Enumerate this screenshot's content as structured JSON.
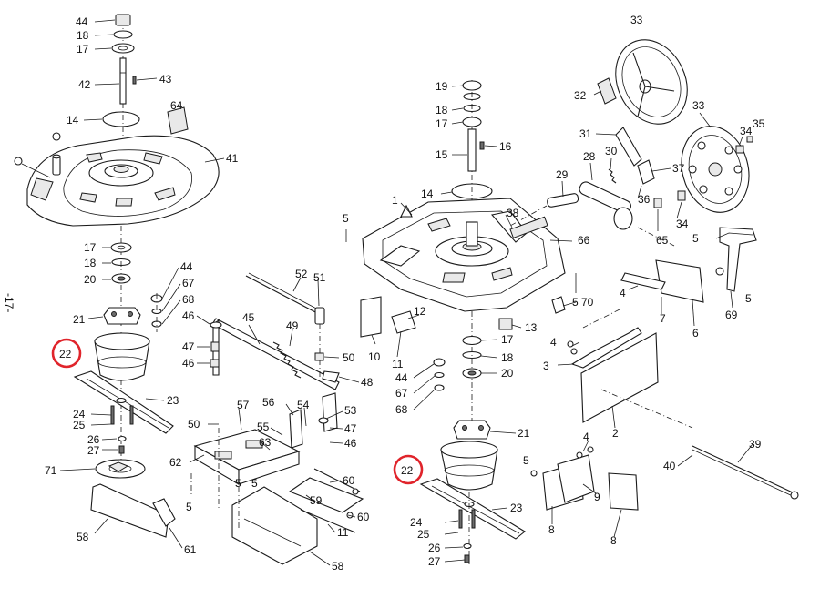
{
  "diagram": {
    "page_number": "-17-",
    "highlight_color": "#e0242b",
    "callout_numbers": {
      "44a": "44",
      "18a": "18",
      "17a": "17",
      "42": "42",
      "43": "43",
      "14a": "14",
      "64": "64",
      "41": "41",
      "17b": "17",
      "18b": "18",
      "20a": "20",
      "44b": "44",
      "67a": "67",
      "68a": "68",
      "21a": "21",
      "22a": "22",
      "23a": "23",
      "24a": "24",
      "25a": "25",
      "26a": "26",
      "27a": "27",
      "71": "71",
      "58a": "58",
      "61": "61",
      "46a": "46",
      "47a": "47",
      "46b": "46",
      "45": "45",
      "52": "52",
      "51": "51",
      "49": "49",
      "50a": "50",
      "48": "48",
      "56": "56",
      "54": "54",
      "53": "53",
      "47b": "47",
      "46c": "46",
      "57": "57",
      "50b": "50",
      "55": "55",
      "63": "63",
      "62": "62",
      "5a": "5",
      "5b": "5",
      "5c": "5",
      "60a": "60",
      "59": "59",
      "60b": "60",
      "11a": "11",
      "58b": "58",
      "19": "19",
      "18c": "18",
      "17c": "17",
      "15": "15",
      "16": "16",
      "14b": "14",
      "1": "1",
      "38": "38",
      "5d": "5",
      "12": "12",
      "10": "10",
      "11b": "11",
      "13": "13",
      "17d": "17",
      "18d": "18",
      "20b": "20",
      "44c": "44",
      "67b": "67",
      "68b": "68",
      "21b": "21",
      "22b": "22",
      "23b": "23",
      "24b": "24",
      "25b": "25",
      "26b": "26",
      "27b": "27",
      "33a": "33",
      "32": "32",
      "31": "31",
      "33b": "33",
      "34a": "34",
      "35": "35",
      "30": "30",
      "28": "28",
      "37": "37",
      "29": "29",
      "36": "36",
      "34b": "34",
      "65": "65",
      "66": "66",
      "5e": "5",
      "5f": "5",
      "5g": "5",
      "70": "70",
      "4a": "4",
      "7": "7",
      "6": "6",
      "69": "69",
      "4b": "4",
      "3": "3",
      "2": "2",
      "4c": "4",
      "5h": "5",
      "9": "9",
      "8a": "8",
      "8b": "8",
      "40": "40",
      "39": "39"
    }
  }
}
